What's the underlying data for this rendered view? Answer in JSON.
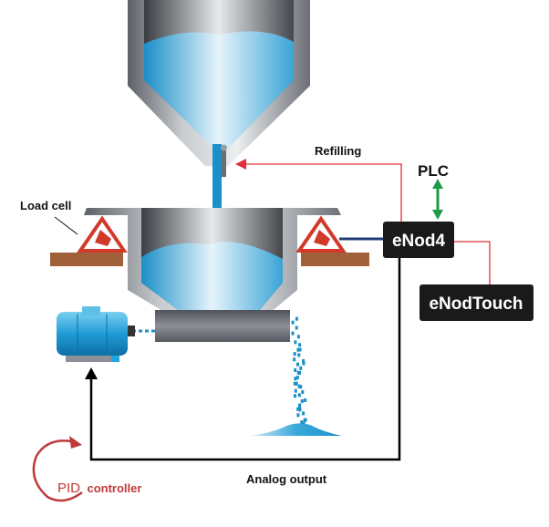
{
  "labels": {
    "refilling": "Refilling",
    "plc": "PLC",
    "load_cell": "Load cell",
    "enod4": "eNod4",
    "enodtouch": "eNodTouch",
    "analog_output": "Analog output",
    "pid_prefix": "PID",
    "pid_suffix": "controller"
  },
  "colors": {
    "signal_red": "#e0303a",
    "plc_green": "#1e9a4a",
    "device_box": "#1a1a1a",
    "material_blue": "#1b8fc8",
    "pid_red": "#c0393b",
    "hopper_gray": "#8a8d92",
    "base_brown": "#a0603a"
  }
}
